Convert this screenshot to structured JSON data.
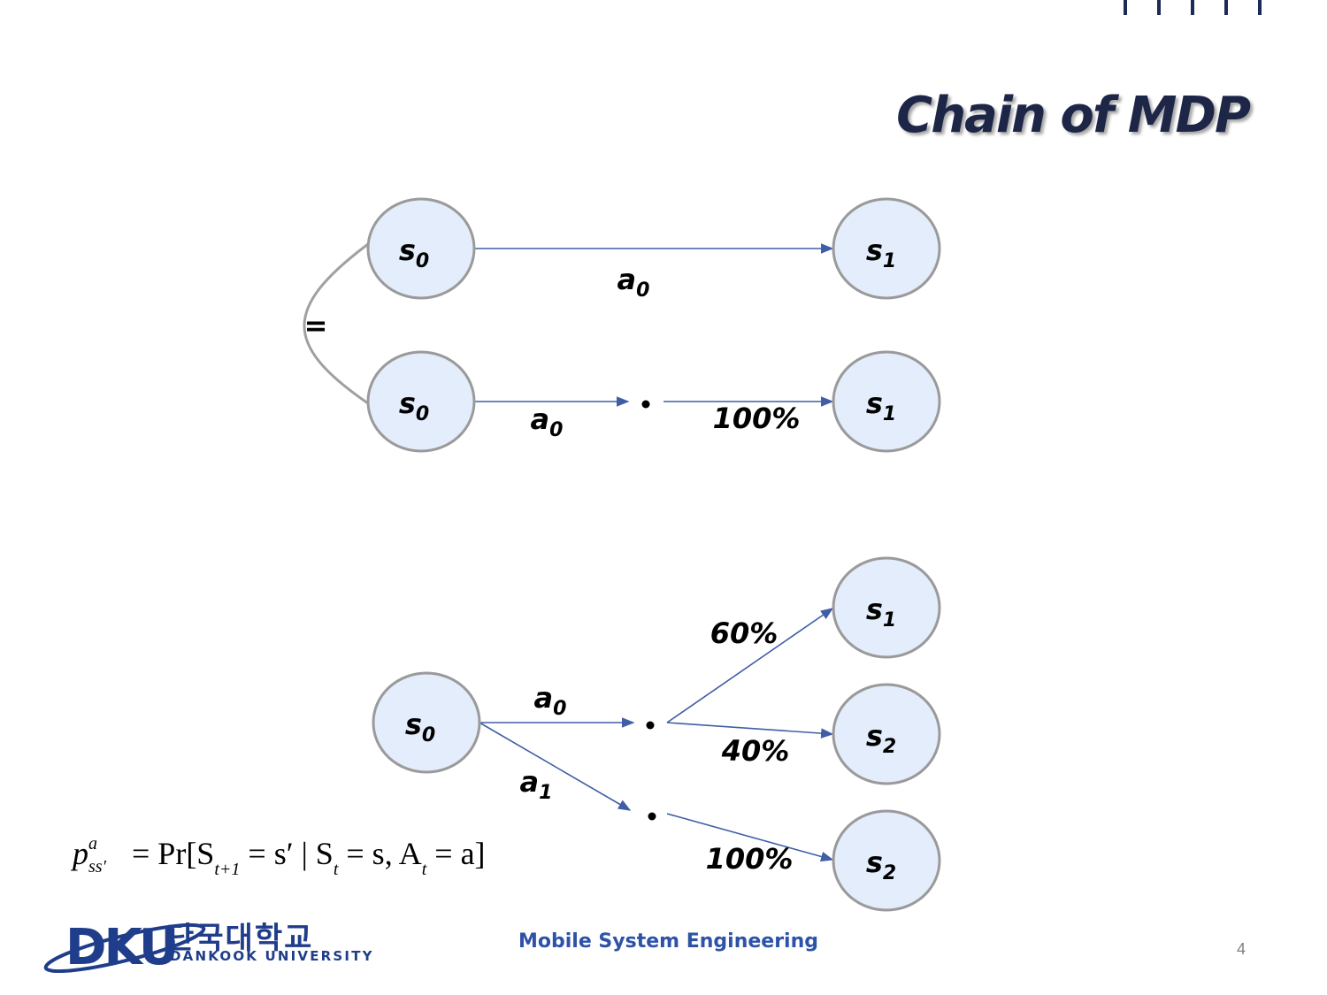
{
  "slide": {
    "title": "Chain of MDP",
    "page_number": "4",
    "footer_course": "Mobile System Engineering",
    "logo": {
      "korean": "단국대학교",
      "english": "DANKOOK UNIVERSITY",
      "mark": "DKU"
    }
  },
  "diagram": {
    "equivalence_symbol": "=",
    "colors": {
      "node_fill": "#e3edfb",
      "node_border": "#9a9a9a",
      "edge": "#3f5ea5"
    },
    "diagram1_top": {
      "from": "s0",
      "to": "s1",
      "action": "a0"
    },
    "diagram1_bottom": {
      "from": "s0",
      "action": "a0",
      "outcomes": [
        {
          "to": "s1",
          "prob": "100%"
        }
      ]
    },
    "diagram2": {
      "from": "s0",
      "actions": [
        {
          "action": "a0",
          "outcomes": [
            {
              "to": "s1",
              "prob": "60%"
            },
            {
              "to": "s2",
              "prob": "40%"
            }
          ]
        },
        {
          "action": "a1",
          "outcomes": [
            {
              "to": "s2",
              "prob": "100%"
            }
          ]
        }
      ]
    }
  },
  "formula": {
    "lhs_base": "p",
    "lhs_sup": "a",
    "lhs_sub": "ss′",
    "rhs": "= Pr[S",
    "t_plus_1": "t+1",
    "middle": " = s′ | S",
    "t1": "t",
    "middle2": " = s, A",
    "t2": "t",
    "end": " = a]"
  }
}
